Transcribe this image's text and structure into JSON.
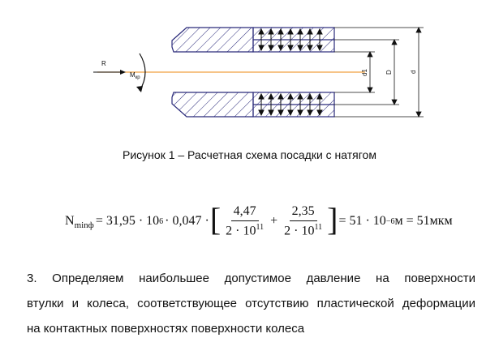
{
  "drawing": {
    "force_label": "R",
    "moment_label": "M",
    "moment_sub": "кр",
    "dim_labels": [
      "d1",
      "D",
      "d"
    ]
  },
  "caption": "Рисунок 1 – Расчетная схема посадки с натягом",
  "formula": {
    "lhs": "N",
    "lhs_sub": "minф",
    "eq1": "= 31,95 · 10",
    "exp1": "6",
    "mid": " · 0,047 ·",
    "frac1_num": "4,47",
    "frac1_den": "2 · 10",
    "frac1_den_exp": "11",
    "plus": "+",
    "frac2_num": "2,35",
    "frac2_den": "2 · 10",
    "frac2_den_exp": "11",
    "rhs1": "= 51 · 10",
    "rhs1_exp": "−6",
    "rhs1_unit": "м = 51мкм"
  },
  "paragraph": {
    "lines": [
      "3. Определяем наибольшее допустимое давление на поверхности",
      "втулки и колеса, соответствующее отсутствию пластической деформации",
      "на контактных поверхностях поверхности колеса"
    ]
  }
}
